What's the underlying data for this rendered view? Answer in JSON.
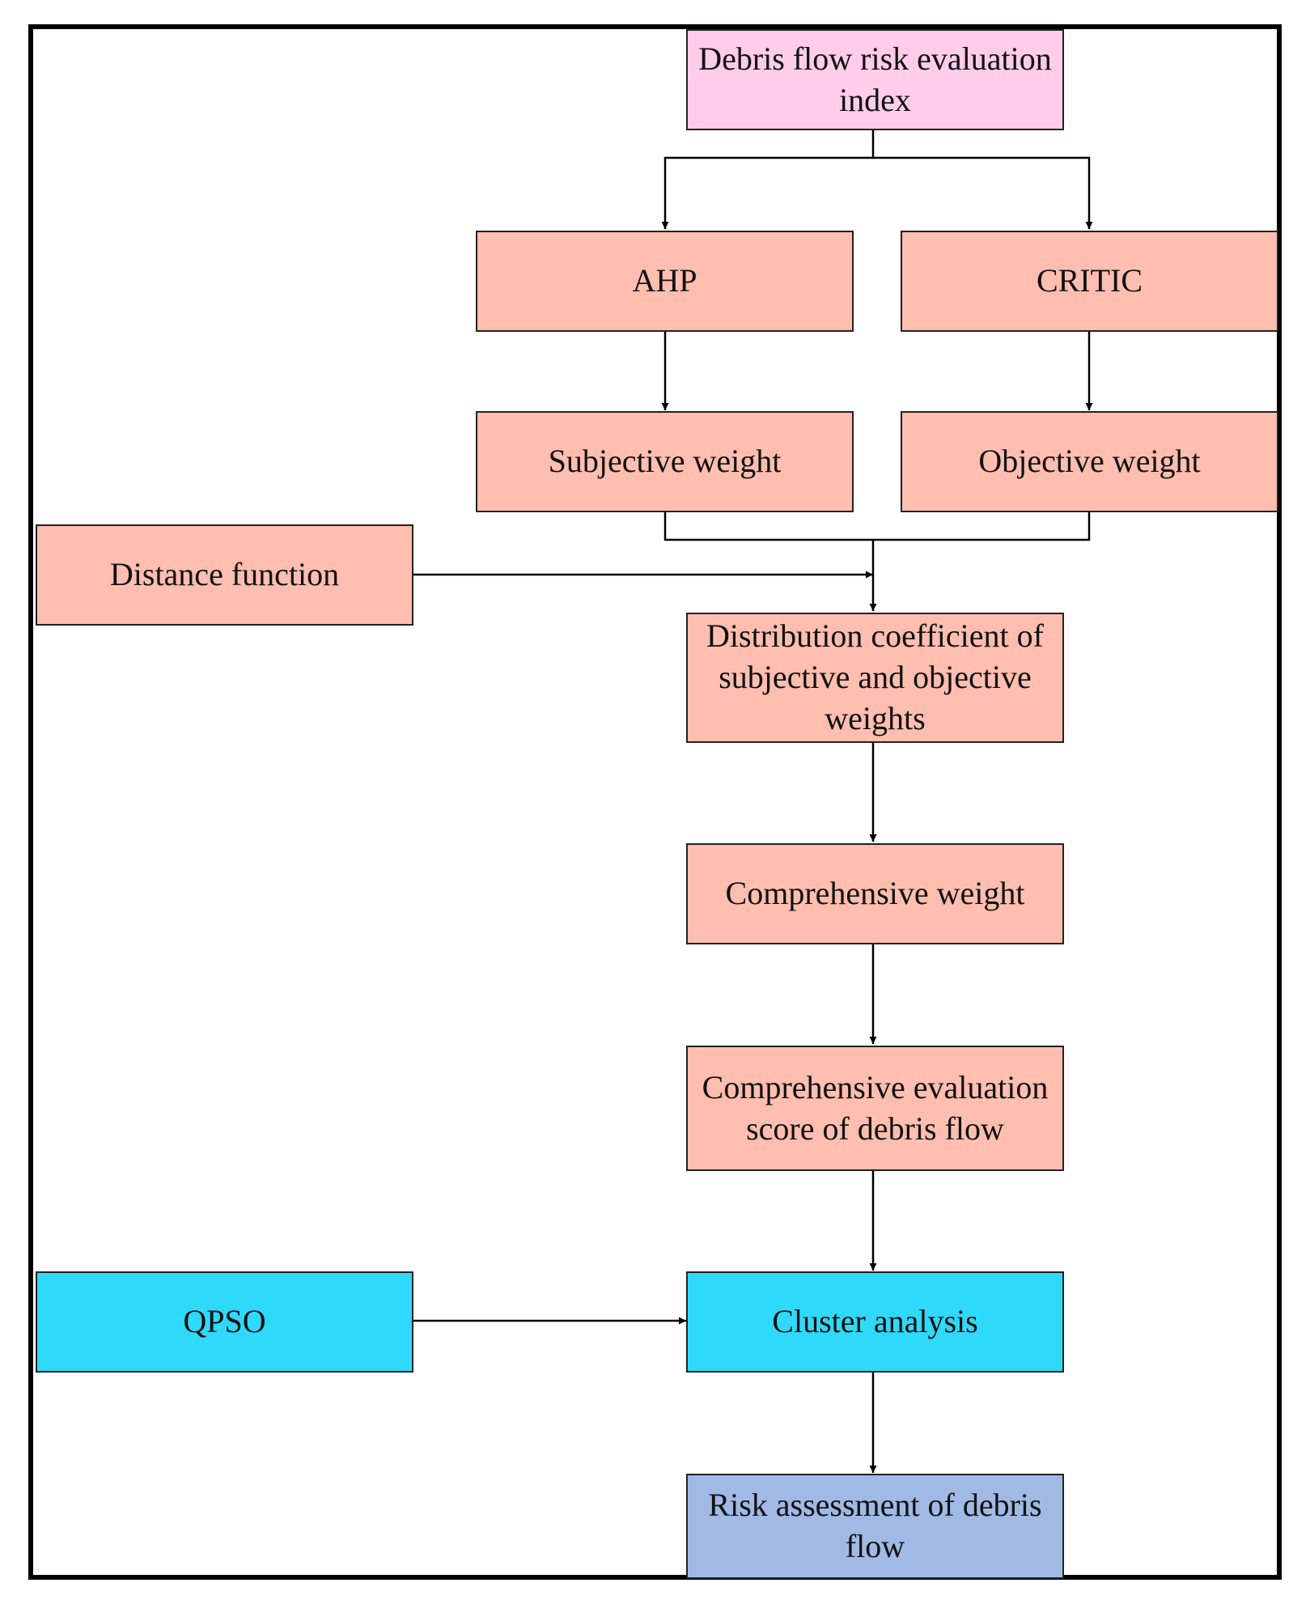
{
  "diagram": {
    "nodes": {
      "index": {
        "label": "Debris flow risk evaluation index",
        "color": "#ffccea"
      },
      "ahp": {
        "label": "AHP",
        "color": "#ffbeaf"
      },
      "critic": {
        "label": "CRITIC",
        "color": "#ffbeaf"
      },
      "subjective": {
        "label": "Subjective weight",
        "color": "#ffbeaf"
      },
      "objective": {
        "label": "Objective weight",
        "color": "#ffbeaf"
      },
      "distance": {
        "label": "Distance function",
        "color": "#ffbeaf"
      },
      "distribution": {
        "label": "Distribution coefficient of subjective and objective weights",
        "color": "#ffbeaf"
      },
      "comprehensive_weight": {
        "label": "Comprehensive weight",
        "color": "#ffbeaf"
      },
      "score": {
        "label": "Comprehensive evaluation score of debris flow",
        "color": "#ffbeaf"
      },
      "qpso": {
        "label": "QPSO",
        "color": "#2fd9fa"
      },
      "cluster": {
        "label": "Cluster analysis",
        "color": "#2fd9fa"
      },
      "risk": {
        "label": "Risk assessment of debris flow",
        "color": "#a0b9e5"
      }
    },
    "edges": [
      [
        "index",
        "ahp"
      ],
      [
        "index",
        "critic"
      ],
      [
        "ahp",
        "subjective"
      ],
      [
        "critic",
        "objective"
      ],
      [
        "subjective",
        "distribution"
      ],
      [
        "objective",
        "distribution"
      ],
      [
        "distance",
        "distribution"
      ],
      [
        "distribution",
        "comprehensive_weight"
      ],
      [
        "comprehensive_weight",
        "score"
      ],
      [
        "score",
        "cluster"
      ],
      [
        "qpso",
        "cluster"
      ],
      [
        "cluster",
        "risk"
      ]
    ]
  }
}
